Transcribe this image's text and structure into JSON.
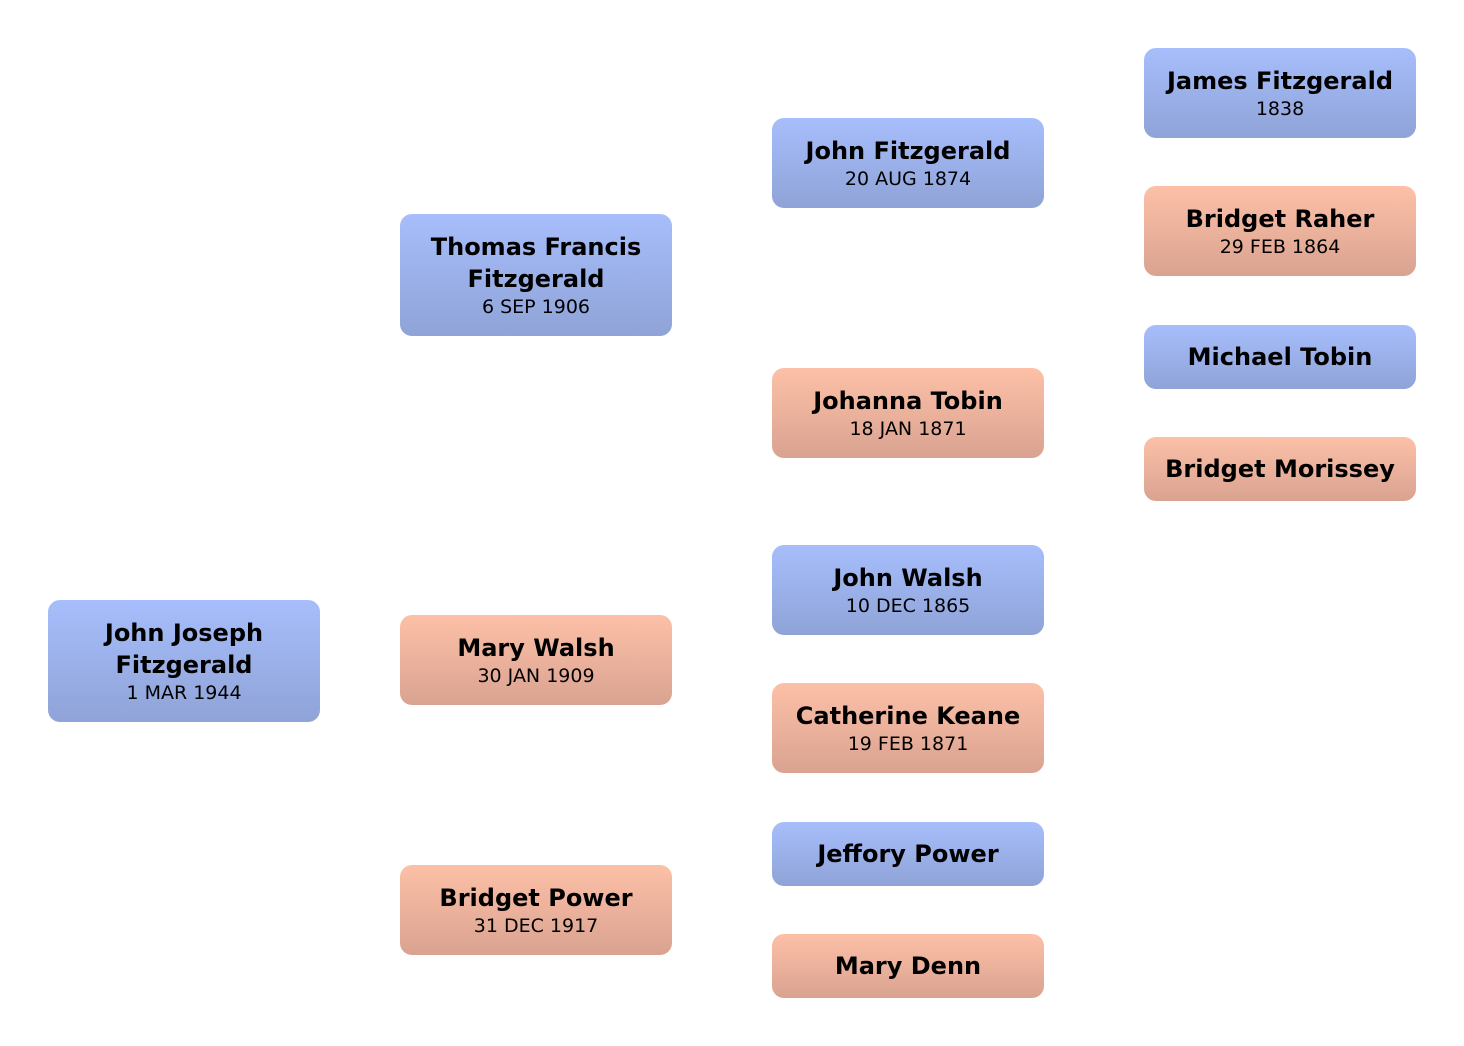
{
  "people": [
    {
      "name": "John Joseph Fitzgerald",
      "date": "1 MAR 1944",
      "sex": "male"
    },
    {
      "name": "Thomas Francis Fitzgerald",
      "date": "6 SEP 1906",
      "sex": "male"
    },
    {
      "name": "Mary Walsh",
      "date": "30 JAN 1909",
      "sex": "female"
    },
    {
      "name": "Bridget Power",
      "date": "31 DEC 1917",
      "sex": "female"
    },
    {
      "name": "John Fitzgerald",
      "date": "20 AUG 1874",
      "sex": "male"
    },
    {
      "name": "Johanna Tobin",
      "date": "18 JAN 1871",
      "sex": "female"
    },
    {
      "name": "John Walsh",
      "date": "10 DEC 1865",
      "sex": "male"
    },
    {
      "name": "Catherine Keane",
      "date": "19 FEB 1871",
      "sex": "female"
    },
    {
      "name": "Jeffory Power",
      "date": "",
      "sex": "male"
    },
    {
      "name": "Mary Denn",
      "date": "",
      "sex": "female"
    },
    {
      "name": "James Fitzgerald",
      "date": "1838",
      "sex": "male"
    },
    {
      "name": "Bridget Raher",
      "date": "29 FEB 1864",
      "sex": "female"
    },
    {
      "name": "Michael Tobin",
      "date": "",
      "sex": "male"
    },
    {
      "name": "Bridget Morissey",
      "date": "",
      "sex": "female"
    }
  ],
  "colors": {
    "male_top": "#a7befc",
    "male_bottom": "#8fa3d7",
    "female_top": "#fdc0a7",
    "female_bottom": "#d9a391"
  }
}
